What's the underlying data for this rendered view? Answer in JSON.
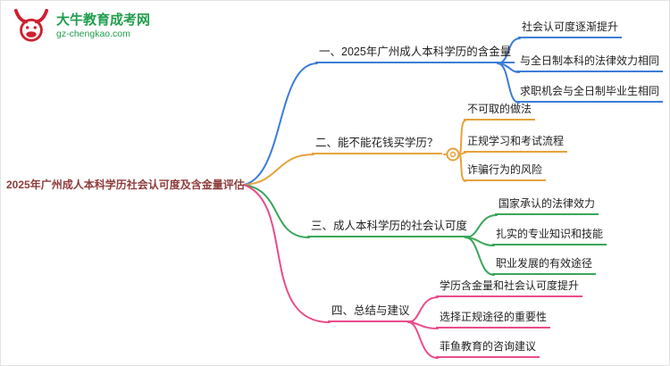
{
  "logo": {
    "brand": "大牛教育成考网",
    "domain": "gz-chengkao.com",
    "icon": "bull-icon",
    "brand_color": "#1f9d4d",
    "icon_color": "#cf2030"
  },
  "root": {
    "label": "2025年广州成人本科学历社会认可度及含金量评估",
    "color": "#8e3b3b"
  },
  "branches": [
    {
      "label": "一、2025年广州成人本科学历的含金量",
      "color": "#3b7dd8",
      "children": [
        "社会认可度逐渐提升",
        "与全日制本科的法律效力相同",
        "求职机会与全日制毕业生相同"
      ]
    },
    {
      "label": "二、能不能花钱买学历？",
      "color": "#e6a23c",
      "children": [
        "不可取的做法",
        "正规学习和考试流程",
        "诈骗行为的风险"
      ]
    },
    {
      "label": "三、成人本科学历的社会认可度",
      "color": "#3aa65a",
      "children": [
        "国家承认的法律效力",
        "扎实的专业知识和技能",
        "职业发展的有效途径"
      ]
    },
    {
      "label": "四、总结与建议",
      "color": "#ea4c8b",
      "children": [
        "学历含金量和社会认可度提升",
        "选择正规途径的重要性",
        "菲鱼教育的咨询建议"
      ]
    }
  ]
}
